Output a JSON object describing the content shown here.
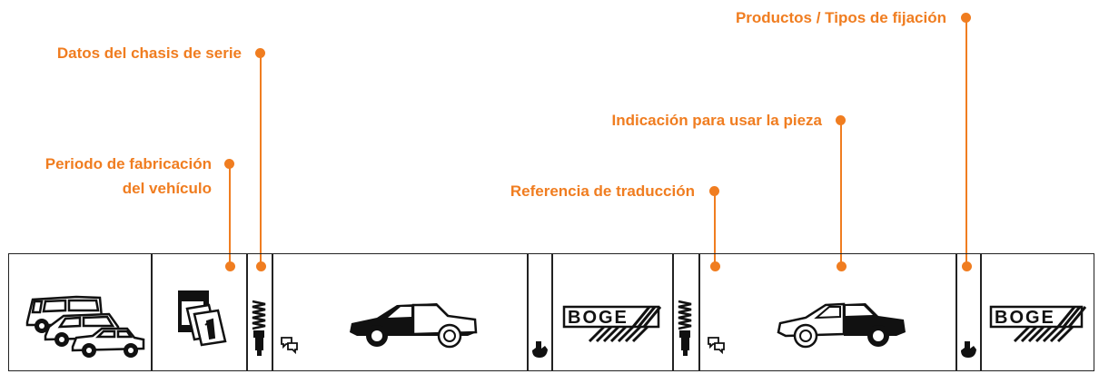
{
  "accent_color": "#f07d20",
  "callouts": {
    "datos": "Datos del chasis de serie",
    "productos": "Productos / Tipos de fijación",
    "periodo_line1": "Periodo de fabricación",
    "periodo_line2": "del vehículo",
    "indicacion": "Indicación para usar la pieza",
    "referencia": "Referencia de traducción"
  },
  "strip": {
    "cells": [
      {
        "icon": "vehicles-group-icon"
      },
      {
        "icon": "calendar-icon"
      },
      {
        "icon": "shock-absorber-icon"
      },
      {
        "icon": "translation-bubble-icon"
      },
      {
        "icon": "car-front-highlighted-icon"
      },
      {
        "icon": "fixing-type-icon"
      },
      {
        "icon": "boge-logo"
      },
      {
        "icon": "shock-absorber-icon"
      },
      {
        "icon": "translation-bubble-icon"
      },
      {
        "icon": "car-rear-highlighted-icon"
      },
      {
        "icon": "fixing-type-icon"
      },
      {
        "icon": "boge-logo"
      }
    ],
    "logo_text": "BOGE"
  }
}
